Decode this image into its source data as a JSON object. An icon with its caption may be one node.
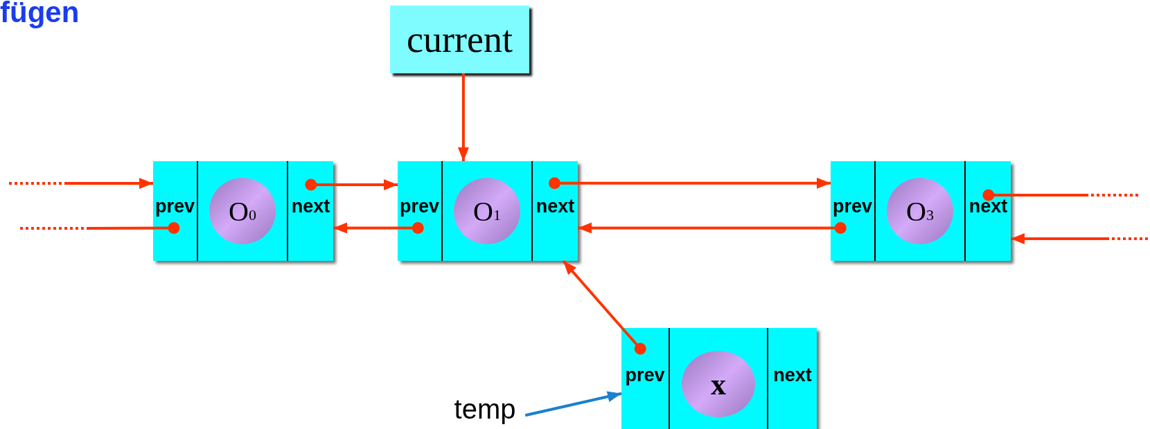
{
  "diagram": {
    "title": "fügen",
    "nodes": [
      {
        "text": [
          "current"
        ]
      },
      {
        "text": [],
        "shape": "box"
      },
      {
        "text": [
          "prev"
        ],
        "in": 1
      },
      {
        "text": [
          "O$_{0}$"
        ],
        "in": 1
      },
      {
        "text": [
          "next"
        ],
        "in": 1
      },
      {
        "text": [],
        "shape": "box"
      },
      {
        "text": [
          "prev"
        ],
        "in": 5
      },
      {
        "text": [
          "O$_{1}$"
        ],
        "in": 5
      },
      {
        "text": [
          "next"
        ],
        "in": 5
      },
      {
        "text": [],
        "shape": "box"
      },
      {
        "text": [
          "prev"
        ],
        "in": 9
      },
      {
        "text": [
          "O$_{3}$"
        ],
        "in": 9
      },
      {
        "text": [
          "next"
        ],
        "in": 9
      },
      {
        "text": [],
        "shape": "box"
      },
      {
        "text": [
          "prev"
        ],
        "in": 13
      },
      {
        "text": [
          "x"
        ],
        "in": 13
      },
      {
        "text": [
          "next"
        ],
        "in": 13
      },
      {
        "text": [
          "temp"
        ]
      }
    ],
    "edges": [
      {
        "from": null,
        "to": 1,
        "arrow": "to"
      },
      {
        "from": 2,
        "to": null,
        "arrow": "other"
      },
      {
        "from": 0,
        "to": 5,
        "arrow": "to"
      },
      {
        "from": 4,
        "to": 5,
        "arrow": "to"
      },
      {
        "from": 6,
        "to": 1,
        "arrow": "to"
      },
      {
        "from": 8,
        "to": 9,
        "arrow": "to"
      },
      {
        "from": 10,
        "to": 5,
        "arrow": "to"
      },
      {
        "from": 12,
        "to": null,
        "arrow": "other"
      },
      {
        "from": null,
        "to": 9,
        "arrow": "to"
      },
      {
        "from": 14,
        "to": 5,
        "arrow": "to"
      },
      {
        "from": 17,
        "to": 13,
        "arrow": "to",
        "color": "#1a80d0"
      }
    ]
  }
}
